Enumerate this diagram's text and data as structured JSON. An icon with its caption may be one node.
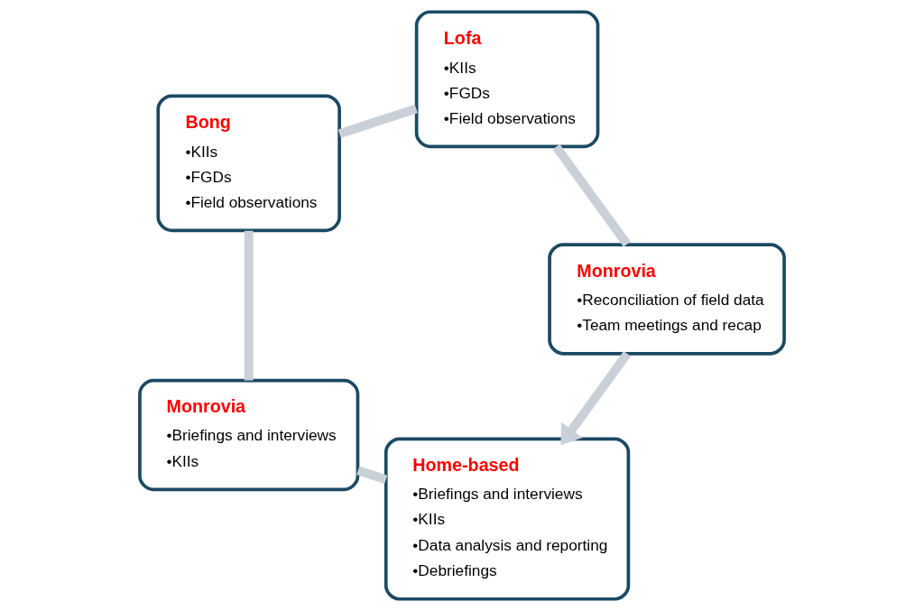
{
  "diagram": {
    "nodes": [
      {
        "text": [
          "Home-based",
          "•Briefings and interviews",
          "•KIIs",
          "•Data analysis and reporting",
          "•Debriefings"
        ]
      },
      {
        "text": [
          "Monrovia",
          "•Briefings and interviews",
          "•KIIs"
        ]
      },
      {
        "text": [
          "Bong",
          "•KIIs",
          "•FGDs",
          "•Field observations"
        ]
      },
      {
        "text": [
          "Lofa",
          "•KIIs",
          "•FGDs",
          "•Field observations"
        ]
      },
      {
        "text": [
          "Monrovia",
          "•Reconciliation of field data",
          "•Team meetings and recap"
        ]
      }
    ],
    "edges": [
      {
        "from": 0,
        "to": 1,
        "arrow": "none"
      },
      {
        "from": 1,
        "to": 2,
        "arrow": "none"
      },
      {
        "from": 2,
        "to": 3,
        "arrow": "none"
      },
      {
        "from": 3,
        "to": 4,
        "arrow": "none"
      },
      {
        "from": 4,
        "to": 0,
        "arrow": "to"
      }
    ]
  }
}
